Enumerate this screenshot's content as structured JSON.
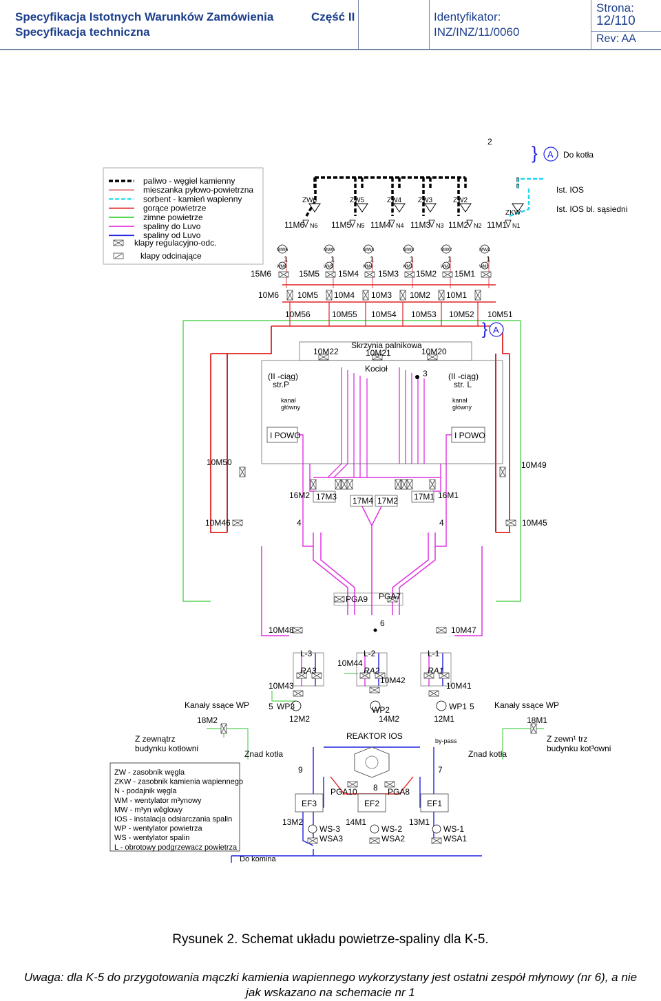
{
  "header": {
    "title1": "Specyfikacja Istotnych Warunków Zamówienia",
    "title2": "Specyfikacja techniczna",
    "part": "Część II",
    "id_label": "Identyfikator:",
    "id_value": "INZ/INZ/11/0060",
    "page_label": "Strona:",
    "page_value": "12/110",
    "rev": "Rev: AA"
  },
  "legend": {
    "lines": [
      {
        "label": "paliwo - węgiel kamienny",
        "color": "#000000",
        "style": "fuel"
      },
      {
        "label": "mieszanka pyłowo-powietrzna",
        "color": "#e08080",
        "style": "solid"
      },
      {
        "label": "sorbent - kamień wapienny",
        "color": "#30e0f0",
        "style": "dash"
      },
      {
        "label": "gorące powietrze",
        "color": "#e02020",
        "style": "solid"
      },
      {
        "label": "zimne powietrze",
        "color": "#30d030",
        "style": "solid"
      },
      {
        "label": "spaliny do Luvo",
        "color": "#e030e0",
        "style": "solid"
      },
      {
        "label": "spaliny od Luvo",
        "color": "#2020e0",
        "style": "solid"
      }
    ],
    "reg_damper": "klapy regulacyjno-odc.",
    "shut_damper": "klapy odcinające"
  },
  "top": {
    "number2": "2",
    "A": "A",
    "do_kotla": "Do kotła",
    "ist_ios": "Ist. IOS",
    "ist_ios_bl": "Ist. IOS bl. sąsiedni",
    "zw": [
      "ZW6",
      "ZW5",
      "ZW4",
      "ZW3",
      "ZW2",
      "ZKW"
    ],
    "mills": [
      "11M6",
      "11M5",
      "11M4",
      "11M3",
      "11M2",
      "11M1"
    ],
    "feeders": [
      "N6",
      "N5",
      "N4",
      "N3",
      "N2",
      "N1"
    ],
    "mw": [
      "MW6",
      "MW5",
      "MW4",
      "MW3",
      "MW2",
      "MW1"
    ],
    "wm": [
      "WM6",
      "WM5",
      "WM4",
      "WM3",
      "WM2",
      "WM1"
    ],
    "m15": [
      "15M6",
      "15M5",
      "15M4",
      "15M3",
      "15M2",
      "15M1"
    ],
    "ones": [
      "1",
      "1",
      "1",
      "1",
      "1",
      "1"
    ],
    "m10top": [
      "10M6",
      "10M5",
      "10M4",
      "10M3",
      "10M2",
      "10M1"
    ],
    "m10row": [
      "10M56",
      "10M55",
      "10M54",
      "10M53",
      "10M52",
      "10M51"
    ]
  },
  "boiler": {
    "A": "A",
    "skrzynia": "Skrzynia palnikowa",
    "m22": "10M22",
    "m21": "10M21",
    "m20": "10M20",
    "kociol": "Kocioł",
    "three": "3",
    "ciag_p1": "(II -ciąg)",
    "ciag_p2": "str.P",
    "ciag_l1": "(II -ciąg)",
    "ciag_l2": "str. L",
    "kanal": "kanał",
    "glowny": "główny",
    "powo": "I POWO"
  },
  "mid": {
    "m50": "10M50",
    "m49": "10M49",
    "m16_2": "16M2",
    "m17_3": "17M3",
    "m17_4": "17M4",
    "m17_2": "17M2",
    "m17_1": "17M1",
    "m16_1": "16M1",
    "m46": "10M46",
    "m45": "10M45",
    "four": "4",
    "pga9": "PGA9",
    "pga7": "PGA7",
    "six": "6",
    "m48": "10M48",
    "m47": "10M47"
  },
  "luvo": {
    "l3": "L-3",
    "l2": "L-2",
    "l1": "L-1",
    "ra3": "RA3",
    "ra2": "RA2",
    "ra1": "RA1",
    "m44": "10M44",
    "m43": "10M43",
    "m42": "10M42",
    "m41": "10M41"
  },
  "bottom": {
    "kanaly": "Kanały ssące WP",
    "m18_2": "18M2",
    "m18_1": "18M1",
    "five": "5",
    "wp3": "WP3",
    "wp2": "WP2",
    "wp1": "WP1",
    "m12_2": "12M2",
    "m14_2": "14M2",
    "m12_1": "12M1",
    "z_zewn1": "Z zewnątrz",
    "z_zewn2": "budynku kotłowni",
    "z_zewn_r1": "Z zewn¹ trz",
    "z_zewn_r2": "budynku kot³owni",
    "znad": "Znad kotła",
    "reaktor": "REAKTOR IOS",
    "bypass": "by-pass",
    "nine": "9",
    "seven": "7",
    "eight": "8",
    "pga10": "PGA10",
    "pga8": "PGA8",
    "ef3": "EF3",
    "ef2": "EF2",
    "ef1": "EF1",
    "m13_2": "13M2",
    "m14_1": "14M1",
    "m13_1": "13M1",
    "ws3": "WS-3",
    "ws2": "WS-2",
    "ws1": "WS-1",
    "wsa3": "WSA3",
    "wsa2": "WSA2",
    "wsa1": "WSA1",
    "do_komina": "Do komina"
  },
  "abbrev": [
    "ZW - zasobnik węgla",
    "ZKW - zasobnik kamienia wapiennego",
    "N - podajnik węgla",
    "WM - wentylator m³ynowy",
    "MW - m³yn wêglowy",
    "IOS - instalacja odsiarczania spalin",
    "WP - wentylator powietrza",
    "WS - wentylator spalin",
    "L - obrotowy podgrzewacz powietrza"
  ],
  "caption": "Rysunek 2. Schemat układu powietrze-spaliny dla K-5.",
  "note1": "Uwaga: dla K-5 do przygotowania mączki kamienia wapiennego wykorzystany jest ostatni zespół młynowy (nr 6), a nie",
  "note2": "jak wskazano na schemacie nr 1"
}
